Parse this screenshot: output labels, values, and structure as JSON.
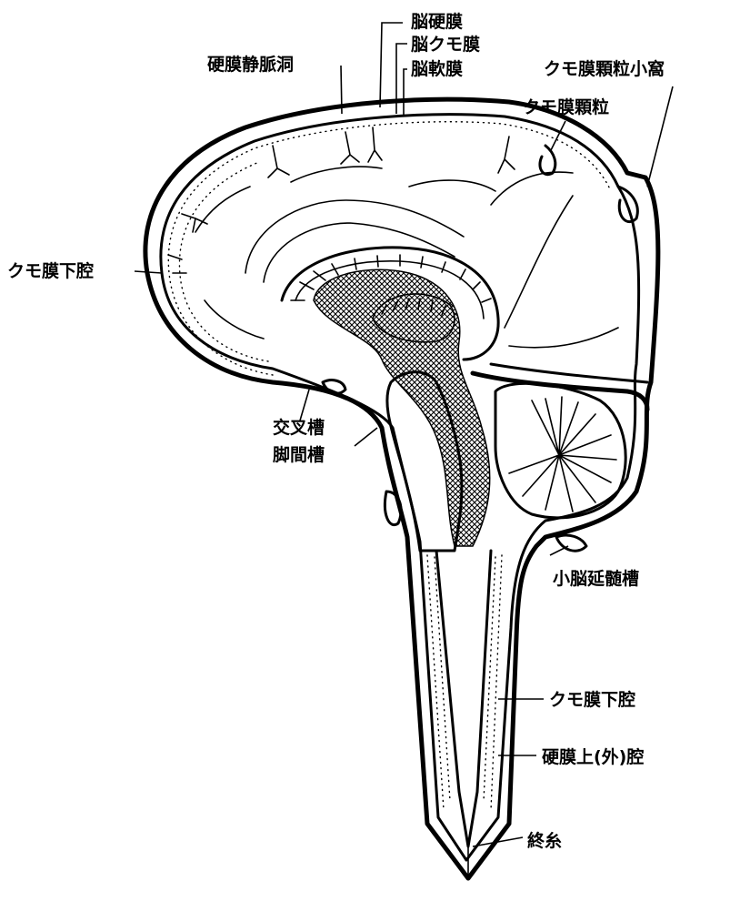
{
  "labels": {
    "dura_mater": "脳硬膜",
    "arachnoid": "脳クモ膜",
    "pia_mater": "脳軟膜",
    "dural_sinus": "硬膜静脈洞",
    "granulation_pit": "クモ膜顆粒小窩",
    "granulation": "クモ膜顆粒",
    "subarachnoid_brain": "クモ膜下腔",
    "chiasmatic_cistern": "交叉槽",
    "interpeduncular_cistern": "脚間槽",
    "cisterna_magna": "小脳延髄槽",
    "subarachnoid_spinal": "クモ膜下腔",
    "epidural_space": "硬膜上(外)腔",
    "filum_terminale": "終糸"
  },
  "colors": {
    "ink": "#000000",
    "paper": "#ffffff"
  }
}
